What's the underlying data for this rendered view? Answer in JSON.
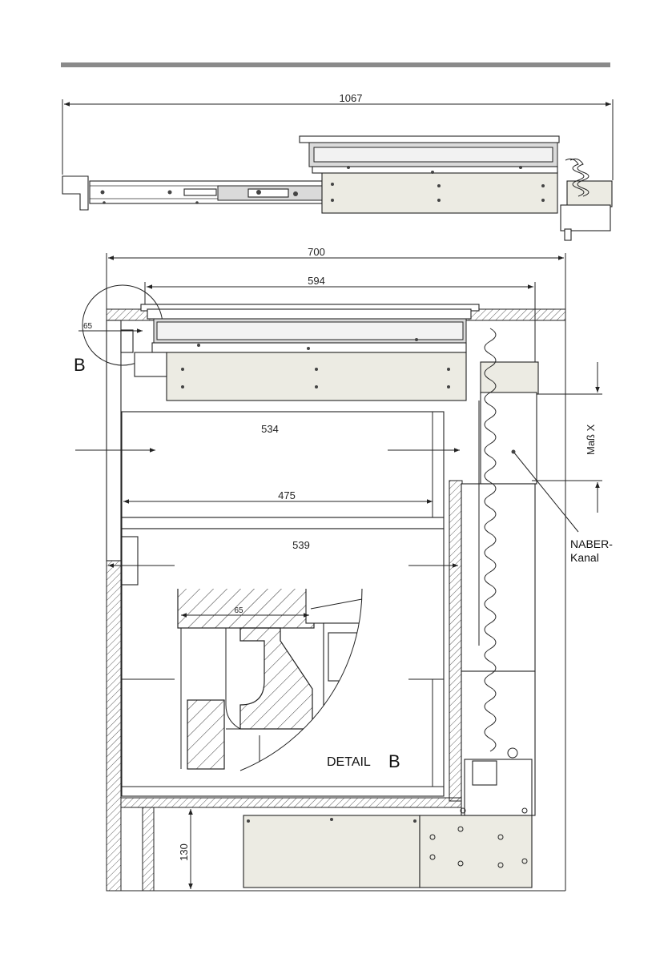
{
  "dimensions": {
    "overall_length": "1067",
    "cabinet_depth": "700",
    "cooktop_width": "594",
    "detail_b_offset": "65",
    "drawer_upper_width": "534",
    "drawer_upper_inner": "475",
    "drawer_lower_width": "539",
    "detail_inner_65": "65",
    "plinth_height": "130"
  },
  "labels": {
    "mass_x": "Maß  X",
    "naber_line1": "NABER-",
    "naber_line2": "Kanal",
    "detail_marker": "B",
    "detail_word": "DETAIL",
    "detail_letter": "B"
  },
  "colors": {
    "header_bar": "#8a8a8a",
    "unit_body": "#ecebe3",
    "hatching": "#333333"
  }
}
